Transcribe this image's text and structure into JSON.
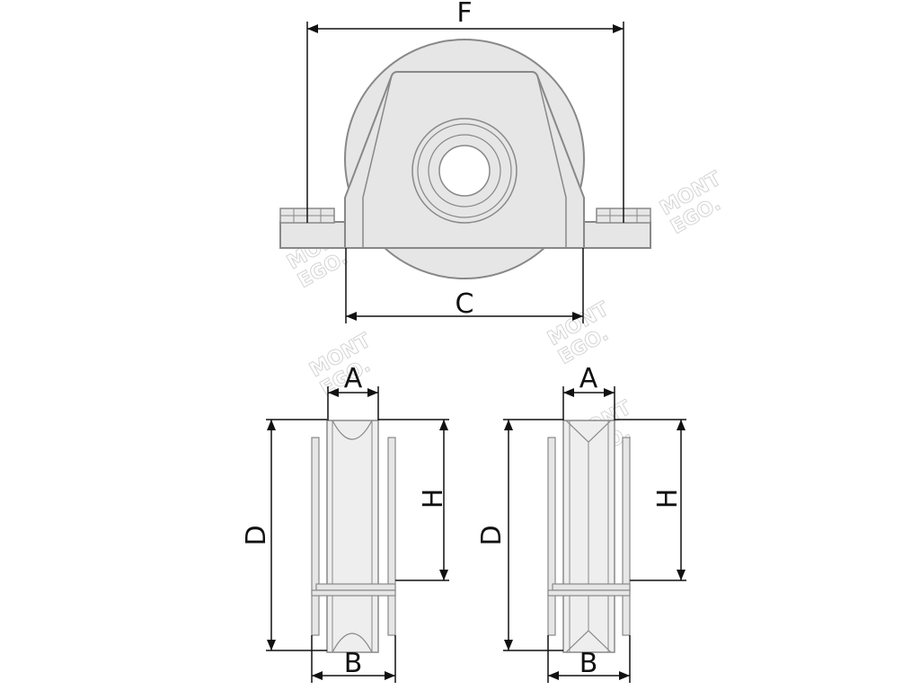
{
  "colors": {
    "part_fill": "#e6e6e6",
    "part_fill_light": "#eeeeee",
    "part_stroke": "#888888",
    "dimension_line": "#111111",
    "watermark": "#d4d4d4",
    "background": "#ffffff"
  },
  "top_view": {
    "labels": {
      "width_overall": "F",
      "width_housing_base": "C"
    }
  },
  "left_view": {
    "wheel_profile": "U-groove",
    "labels": {
      "groove_width": "A",
      "wheel_diameter": "D",
      "height": "H",
      "base_width": "B"
    }
  },
  "right_view": {
    "wheel_profile": "V-groove",
    "labels": {
      "groove_width": "A",
      "wheel_diameter": "D",
      "height": "H",
      "base_width": "B"
    }
  },
  "watermark": {
    "line1": "MONT",
    "line2": "EGO."
  }
}
